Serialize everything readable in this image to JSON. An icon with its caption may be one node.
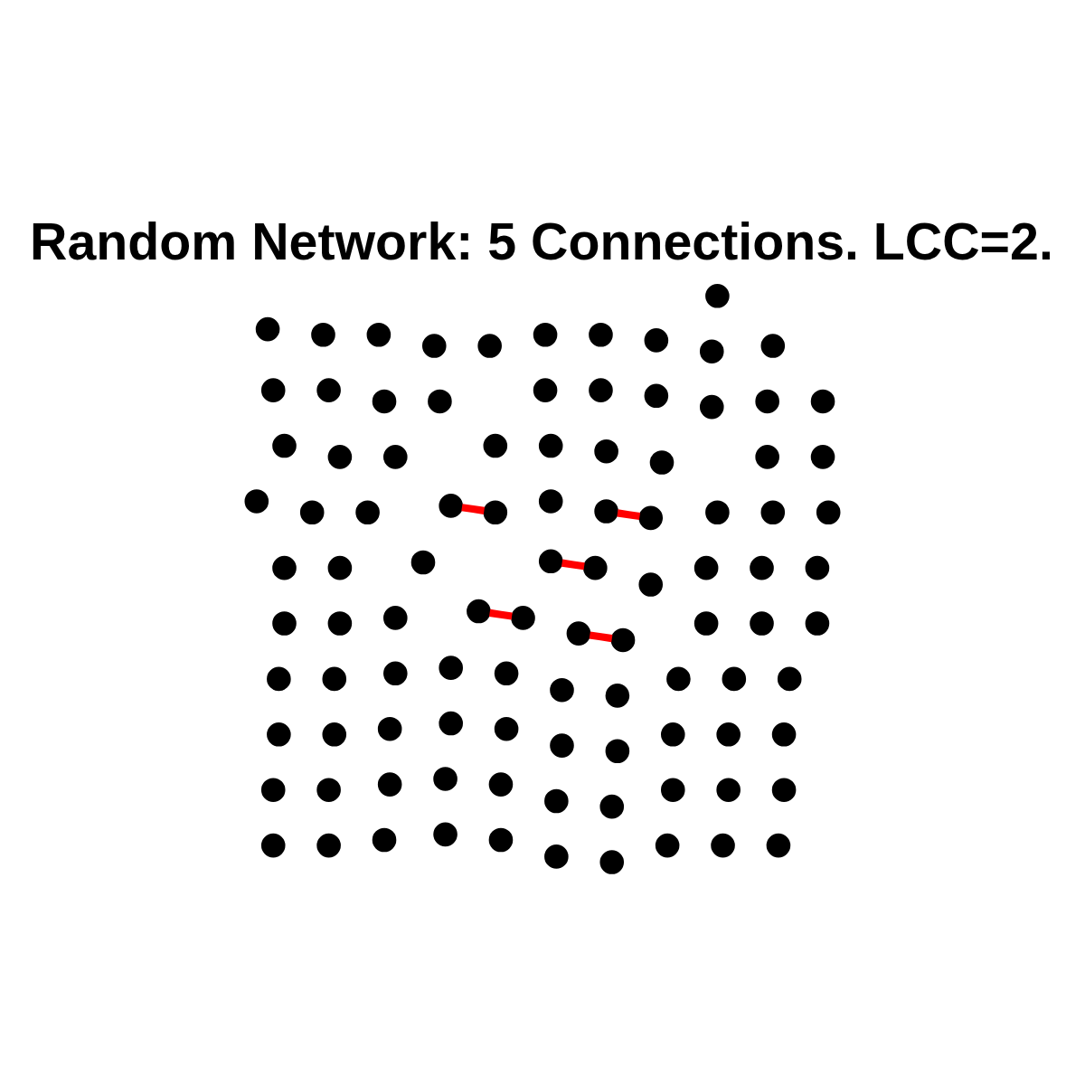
{
  "diagram": {
    "title": "Random Network: 5 Connections. LCC=2.",
    "nodes": [
      {
        "text": [],
        "shape": "circle"
      },
      {
        "text": [],
        "shape": "circle"
      },
      {
        "text": [],
        "shape": "circle"
      },
      {
        "text": [],
        "shape": "circle"
      },
      {
        "text": [],
        "shape": "circle"
      },
      {
        "text": [],
        "shape": "circle"
      },
      {
        "text": [],
        "shape": "circle"
      },
      {
        "text": [],
        "shape": "circle"
      },
      {
        "text": [],
        "shape": "circle"
      },
      {
        "text": [],
        "shape": "circle"
      },
      {
        "text": [],
        "shape": "circle"
      },
      {
        "text": [],
        "shape": "circle"
      },
      {
        "text": [],
        "shape": "circle"
      },
      {
        "text": [],
        "shape": "circle"
      },
      {
        "text": [],
        "shape": "circle"
      },
      {
        "text": [],
        "shape": "circle"
      },
      {
        "text": [],
        "shape": "circle"
      },
      {
        "text": [],
        "shape": "circle"
      },
      {
        "text": [],
        "shape": "circle"
      },
      {
        "text": [],
        "shape": "circle"
      },
      {
        "text": [],
        "shape": "circle"
      },
      {
        "text": [],
        "shape": "circle"
      },
      {
        "text": [],
        "shape": "circle"
      },
      {
        "text": [],
        "shape": "circle"
      },
      {
        "text": [],
        "shape": "circle"
      },
      {
        "text": [],
        "shape": "circle"
      },
      {
        "text": [],
        "shape": "circle"
      },
      {
        "text": [],
        "shape": "circle"
      },
      {
        "text": [],
        "shape": "circle"
      },
      {
        "text": [],
        "shape": "circle"
      },
      {
        "text": [],
        "shape": "circle"
      },
      {
        "text": [],
        "shape": "circle"
      },
      {
        "text": [],
        "shape": "circle"
      },
      {
        "text": [],
        "shape": "circle"
      },
      {
        "text": [],
        "shape": "circle"
      },
      {
        "text": [],
        "shape": "circle"
      },
      {
        "text": [],
        "shape": "circle"
      },
      {
        "text": [],
        "shape": "circle"
      },
      {
        "text": [],
        "shape": "circle"
      },
      {
        "text": [],
        "shape": "circle"
      },
      {
        "text": [],
        "shape": "circle"
      },
      {
        "text": [],
        "shape": "circle"
      },
      {
        "text": [],
        "shape": "circle"
      },
      {
        "text": [],
        "shape": "circle"
      },
      {
        "text": [],
        "shape": "circle"
      },
      {
        "text": [],
        "shape": "circle"
      },
      {
        "text": [],
        "shape": "circle"
      },
      {
        "text": [],
        "shape": "circle"
      },
      {
        "text": [],
        "shape": "circle"
      },
      {
        "text": [],
        "shape": "circle"
      },
      {
        "text": [],
        "shape": "circle"
      },
      {
        "text": [],
        "shape": "circle"
      },
      {
        "text": [],
        "shape": "circle"
      },
      {
        "text": [],
        "shape": "circle"
      },
      {
        "text": [],
        "shape": "circle"
      },
      {
        "text": [],
        "shape": "circle"
      },
      {
        "text": [],
        "shape": "circle"
      },
      {
        "text": [],
        "shape": "circle"
      },
      {
        "text": [],
        "shape": "circle"
      },
      {
        "text": [],
        "shape": "circle"
      },
      {
        "text": [],
        "shape": "circle"
      },
      {
        "text": [],
        "shape": "circle"
      },
      {
        "text": [],
        "shape": "circle"
      },
      {
        "text": [],
        "shape": "circle"
      },
      {
        "text": [],
        "shape": "circle"
      },
      {
        "text": [],
        "shape": "circle"
      },
      {
        "text": [],
        "shape": "circle"
      },
      {
        "text": [],
        "shape": "circle"
      },
      {
        "text": [],
        "shape": "circle"
      },
      {
        "text": [],
        "shape": "circle"
      },
      {
        "text": [],
        "shape": "circle"
      },
      {
        "text": [],
        "shape": "circle"
      },
      {
        "text": [],
        "shape": "circle"
      },
      {
        "text": [],
        "shape": "circle"
      },
      {
        "text": [],
        "shape": "circle"
      },
      {
        "text": [],
        "shape": "circle"
      },
      {
        "text": [],
        "shape": "circle"
      },
      {
        "text": [],
        "shape": "circle"
      },
      {
        "text": [],
        "shape": "circle"
      },
      {
        "text": [],
        "shape": "circle"
      },
      {
        "text": [],
        "shape": "circle"
      },
      {
        "text": [],
        "shape": "circle"
      },
      {
        "text": [],
        "shape": "circle"
      },
      {
        "text": [],
        "shape": "circle"
      },
      {
        "text": [],
        "shape": "circle"
      },
      {
        "text": [],
        "shape": "circle"
      },
      {
        "text": [],
        "shape": "circle"
      },
      {
        "text": [],
        "shape": "circle"
      },
      {
        "text": [],
        "shape": "circle"
      },
      {
        "text": [],
        "shape": "circle"
      },
      {
        "text": [],
        "shape": "circle"
      },
      {
        "text": [],
        "shape": "circle"
      },
      {
        "text": [],
        "shape": "circle"
      },
      {
        "text": [],
        "shape": "circle"
      },
      {
        "text": [],
        "shape": "circle"
      },
      {
        "text": [],
        "shape": "circle"
      },
      {
        "text": [],
        "shape": "circle"
      },
      {
        "text": [],
        "shape": "circle"
      },
      {
        "text": [],
        "shape": "circle"
      },
      {
        "text": [],
        "shape": "circle"
      }
    ],
    "edges": [
      {
        "from": 11,
        "to": 8,
        "arrow": "none"
      },
      {
        "from": 65,
        "to": 78,
        "arrow": "none"
      },
      {
        "from": 73,
        "to": 75,
        "arrow": "none"
      },
      {
        "from": 81,
        "to": 87,
        "arrow": "none"
      },
      {
        "from": 84,
        "to": 83,
        "arrow": "none"
      }
    ]
  }
}
